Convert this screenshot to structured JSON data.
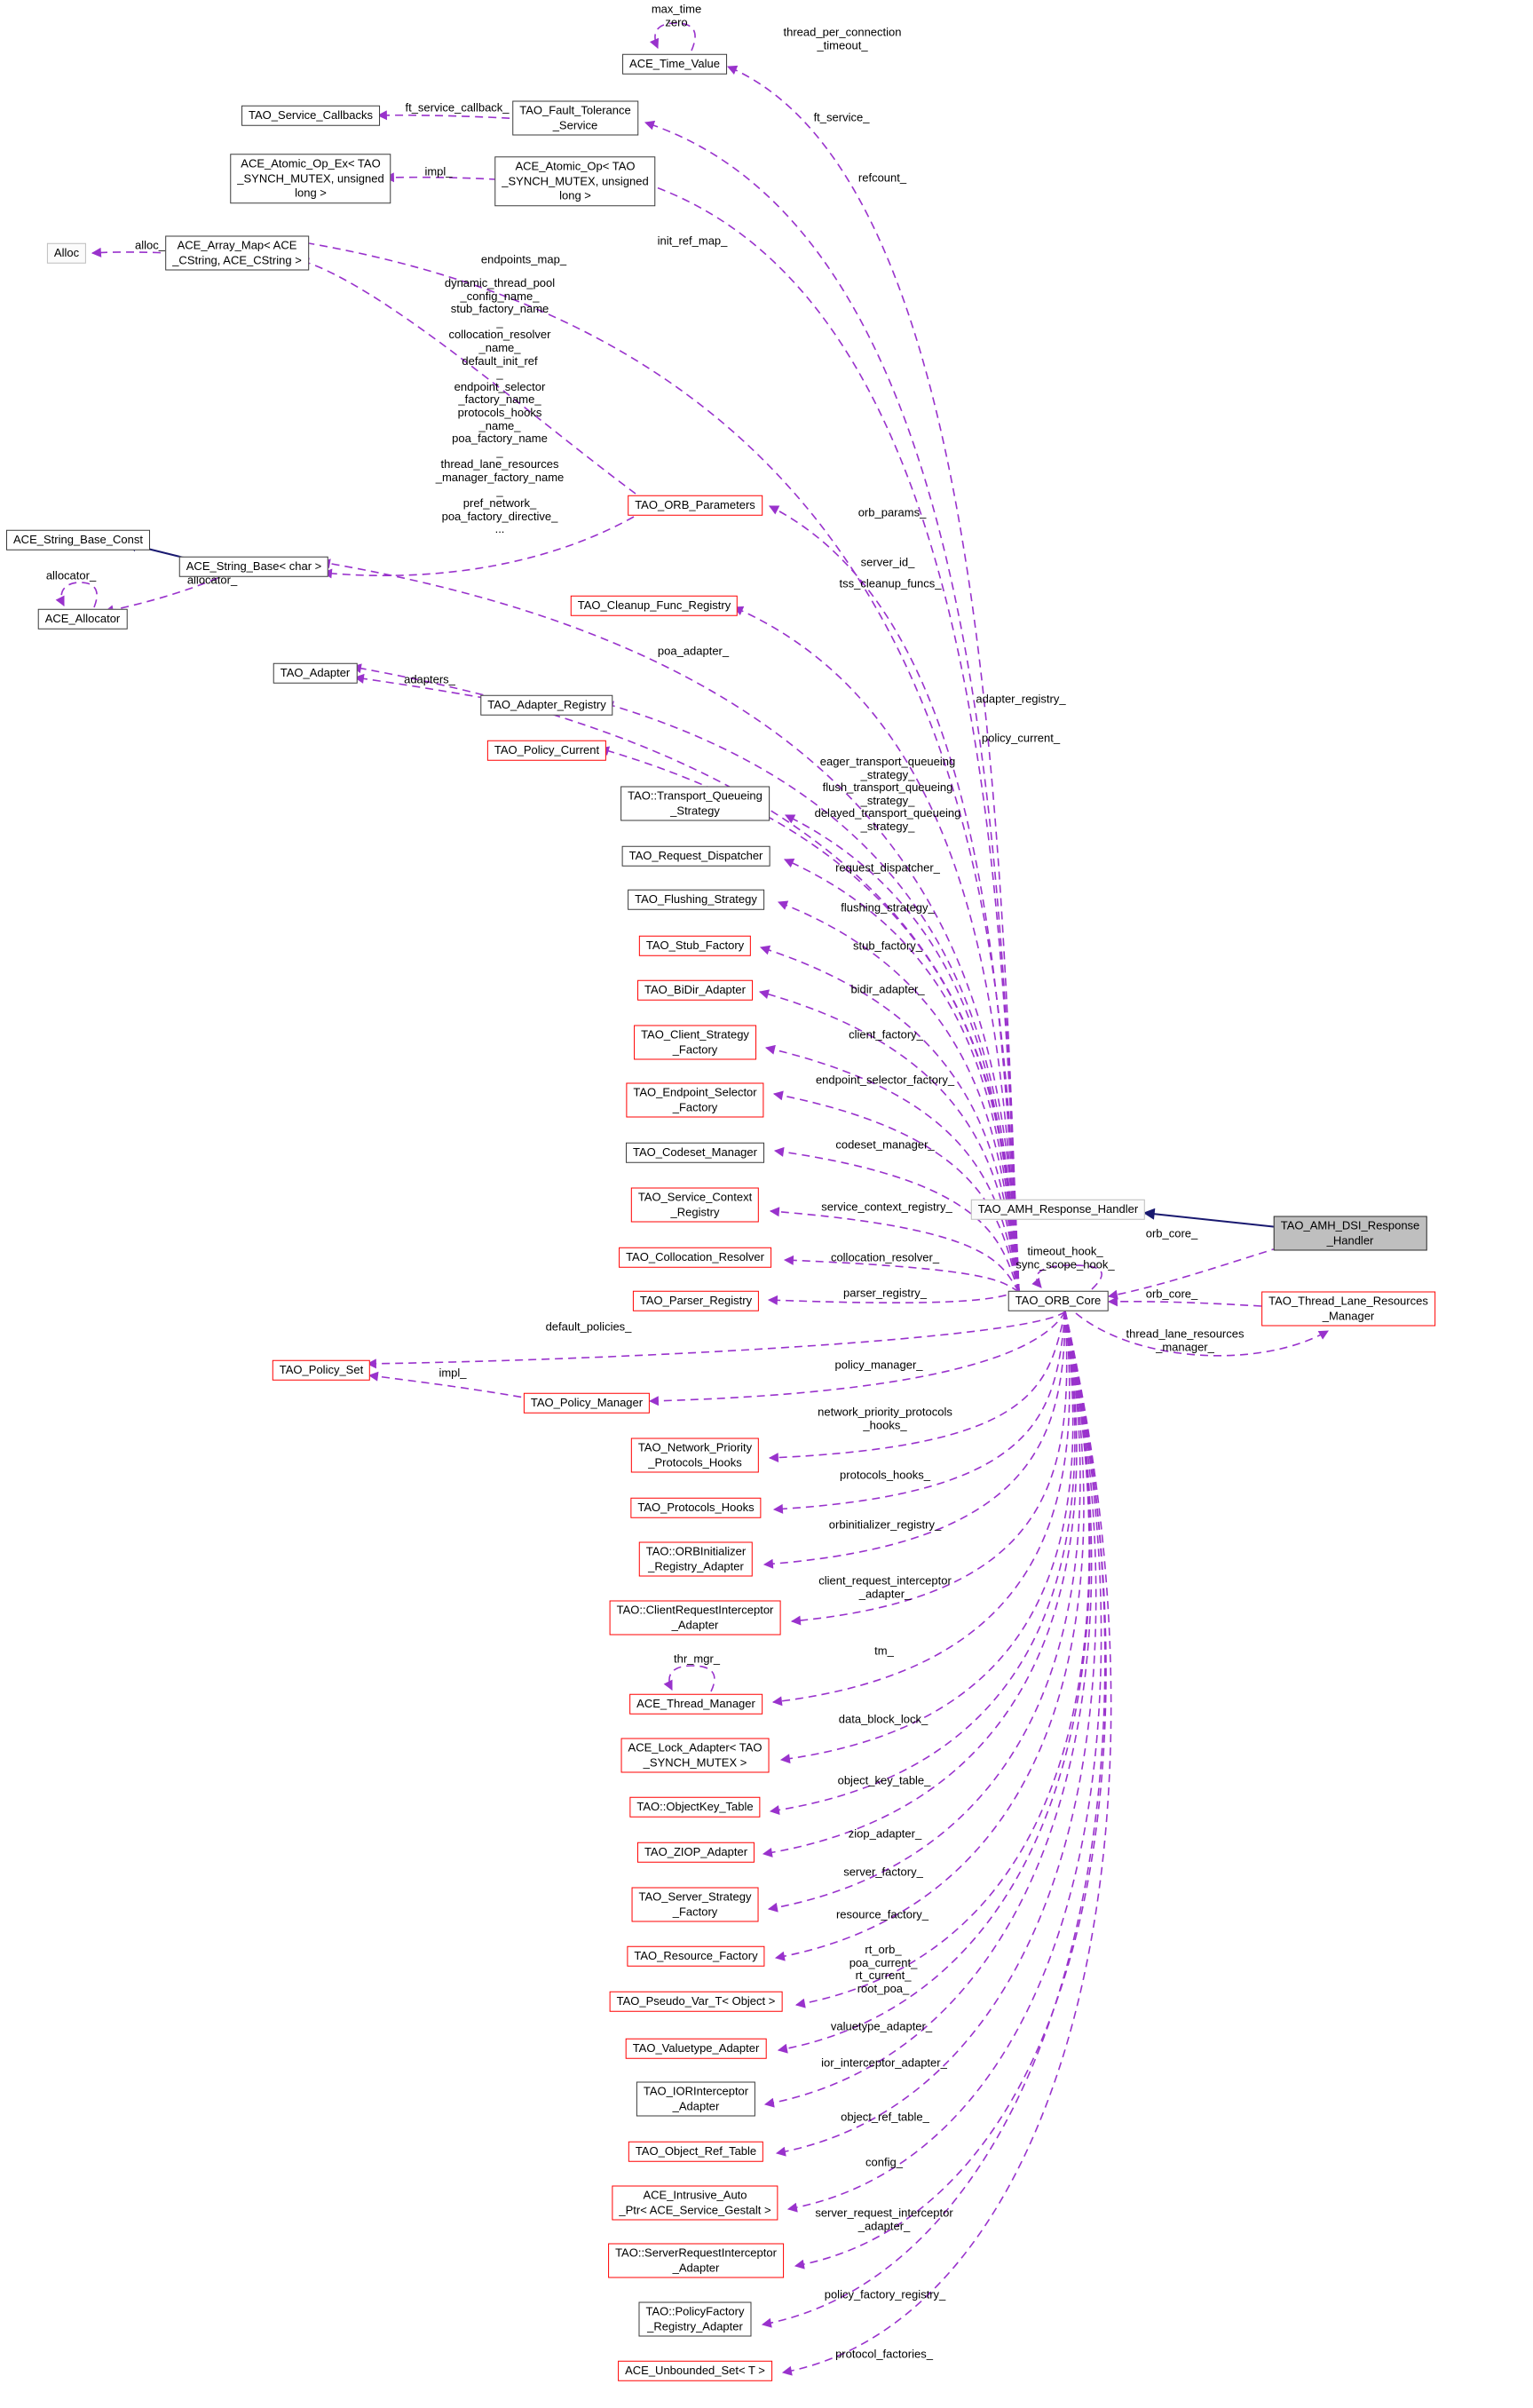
{
  "diagram": {
    "type": "doxygen-collaboration-graph",
    "main_class": "TAO_AMH_DSI_Response_Handler",
    "colors": {
      "usage_edge": "#9932cc",
      "inheritance_edge": "#191970",
      "highlight_border": "#ff0000",
      "node_border": "#3a3a3a",
      "external_border": "#bdbdbd",
      "main_node_fill": "#bfbfbf",
      "background": "#ffffff",
      "text": "#000000"
    },
    "nodes": [
      {
        "id": "ace_time_value",
        "style": "black",
        "lines": [
          "ACE_Time_Value"
        ]
      },
      {
        "id": "tao_service_callbacks",
        "style": "black",
        "lines": [
          "TAO_Service_Callbacks"
        ]
      },
      {
        "id": "tao_fault_tolerance",
        "style": "black",
        "lines": [
          "TAO_Fault_Tolerance",
          "_Service"
        ]
      },
      {
        "id": "ace_atomic_op_ex",
        "style": "black",
        "lines": [
          "ACE_Atomic_Op_Ex< TAO",
          "_SYNCH_MUTEX, unsigned",
          "long >"
        ]
      },
      {
        "id": "ace_atomic_op",
        "style": "black",
        "lines": [
          "ACE_Atomic_Op< TAO",
          "_SYNCH_MUTEX, unsigned",
          "long >"
        ]
      },
      {
        "id": "alloc",
        "style": "gray",
        "lines": [
          "Alloc"
        ]
      },
      {
        "id": "ace_array_map",
        "style": "black",
        "lines": [
          "ACE_Array_Map< ACE",
          "_CString, ACE_CString >"
        ]
      },
      {
        "id": "tao_orb_parameters",
        "style": "red",
        "lines": [
          "TAO_ORB_Parameters"
        ]
      },
      {
        "id": "ace_string_base_const",
        "style": "black",
        "lines": [
          "ACE_String_Base_Const"
        ]
      },
      {
        "id": "ace_string_base",
        "style": "black",
        "lines": [
          "ACE_String_Base< char >"
        ]
      },
      {
        "id": "ace_allocator",
        "style": "black",
        "lines": [
          "ACE_Allocator"
        ]
      },
      {
        "id": "tao_cleanup_func_registry",
        "style": "red",
        "lines": [
          "TAO_Cleanup_Func_Registry"
        ]
      },
      {
        "id": "tao_adapter",
        "style": "black",
        "lines": [
          "TAO_Adapter"
        ]
      },
      {
        "id": "tao_adapter_registry",
        "style": "black",
        "lines": [
          "TAO_Adapter_Registry"
        ]
      },
      {
        "id": "tao_policy_current",
        "style": "red",
        "lines": [
          "TAO_Policy_Current"
        ]
      },
      {
        "id": "tao_transport_queueing",
        "style": "black",
        "lines": [
          "TAO::Transport_Queueing",
          "_Strategy"
        ]
      },
      {
        "id": "tao_request_dispatcher",
        "style": "black",
        "lines": [
          "TAO_Request_Dispatcher"
        ]
      },
      {
        "id": "tao_flushing_strategy",
        "style": "black",
        "lines": [
          "TAO_Flushing_Strategy"
        ]
      },
      {
        "id": "tao_stub_factory",
        "style": "red",
        "lines": [
          "TAO_Stub_Factory"
        ]
      },
      {
        "id": "tao_bidir_adapter",
        "style": "red",
        "lines": [
          "TAO_BiDir_Adapter"
        ]
      },
      {
        "id": "tao_client_strategy",
        "style": "red",
        "lines": [
          "TAO_Client_Strategy",
          "_Factory"
        ]
      },
      {
        "id": "tao_endpoint_selector",
        "style": "red",
        "lines": [
          "TAO_Endpoint_Selector",
          "_Factory"
        ]
      },
      {
        "id": "tao_codeset_manager",
        "style": "black",
        "lines": [
          "TAO_Codeset_Manager"
        ]
      },
      {
        "id": "tao_service_context",
        "style": "red",
        "lines": [
          "TAO_Service_Context",
          "_Registry"
        ]
      },
      {
        "id": "tao_collocation_resolver",
        "style": "red",
        "lines": [
          "TAO_Collocation_Resolver"
        ]
      },
      {
        "id": "tao_parser_registry",
        "style": "red",
        "lines": [
          "TAO_Parser_Registry"
        ]
      },
      {
        "id": "tao_policy_set",
        "style": "red",
        "lines": [
          "TAO_Policy_Set"
        ]
      },
      {
        "id": "tao_policy_manager",
        "style": "red",
        "lines": [
          "TAO_Policy_Manager"
        ]
      },
      {
        "id": "tao_network_priority",
        "style": "red",
        "lines": [
          "TAO_Network_Priority",
          "_Protocols_Hooks"
        ]
      },
      {
        "id": "tao_protocols_hooks",
        "style": "red",
        "lines": [
          "TAO_Protocols_Hooks"
        ]
      },
      {
        "id": "tao_orbinitializer",
        "style": "red",
        "lines": [
          "TAO::ORBInitializer",
          "_Registry_Adapter"
        ]
      },
      {
        "id": "tao_client_request_interceptor",
        "style": "red",
        "lines": [
          "TAO::ClientRequestInterceptor",
          "_Adapter"
        ]
      },
      {
        "id": "ace_thread_manager",
        "style": "red",
        "lines": [
          "ACE_Thread_Manager"
        ]
      },
      {
        "id": "ace_lock_adapter",
        "style": "red",
        "lines": [
          "ACE_Lock_Adapter< TAO",
          "_SYNCH_MUTEX >"
        ]
      },
      {
        "id": "tao_objectkey_table",
        "style": "red",
        "lines": [
          "TAO::ObjectKey_Table"
        ]
      },
      {
        "id": "tao_ziop_adapter",
        "style": "red",
        "lines": [
          "TAO_ZIOP_Adapter"
        ]
      },
      {
        "id": "tao_server_strategy",
        "style": "red",
        "lines": [
          "TAO_Server_Strategy",
          "_Factory"
        ]
      },
      {
        "id": "tao_resource_factory",
        "style": "red",
        "lines": [
          "TAO_Resource_Factory"
        ]
      },
      {
        "id": "tao_pseudo_var",
        "style": "red",
        "lines": [
          "TAO_Pseudo_Var_T< Object >"
        ]
      },
      {
        "id": "tao_valuetype_adapter",
        "style": "red",
        "lines": [
          "TAO_Valuetype_Adapter"
        ]
      },
      {
        "id": "tao_iorinterceptor",
        "style": "black",
        "lines": [
          "TAO_IORInterceptor",
          "_Adapter"
        ]
      },
      {
        "id": "tao_object_ref_table",
        "style": "red",
        "lines": [
          "TAO_Object_Ref_Table"
        ]
      },
      {
        "id": "ace_intrusive_auto_ptr",
        "style": "red",
        "lines": [
          "ACE_Intrusive_Auto",
          "_Ptr< ACE_Service_Gestalt >"
        ]
      },
      {
        "id": "tao_server_request_interceptor",
        "style": "red",
        "lines": [
          "TAO::ServerRequestInterceptor",
          "_Adapter"
        ]
      },
      {
        "id": "tao_policyfactory",
        "style": "black",
        "lines": [
          "TAO::PolicyFactory",
          "_Registry_Adapter"
        ]
      },
      {
        "id": "ace_unbounded_set",
        "style": "red",
        "lines": [
          "ACE_Unbounded_Set< T >"
        ]
      },
      {
        "id": "tao_amh_response_handler",
        "style": "gray",
        "lines": [
          "TAO_AMH_Response_Handler"
        ]
      },
      {
        "id": "tao_amh_dsi",
        "style": "main",
        "lines": [
          "TAO_AMH_DSI_Response",
          "_Handler"
        ]
      },
      {
        "id": "tao_orb_core",
        "style": "black",
        "lines": [
          "TAO_ORB_Core"
        ]
      },
      {
        "id": "tao_thread_lane",
        "style": "red",
        "lines": [
          "TAO_Thread_Lane_Resources",
          "_Manager"
        ]
      }
    ],
    "edge_labels": [
      {
        "id": "max_time",
        "lines": [
          "max_time",
          "zero"
        ]
      },
      {
        "id": "thread_per_connection",
        "lines": [
          "thread_per_connection",
          "_timeout_"
        ]
      },
      {
        "id": "ft_service_callback",
        "lines": [
          "ft_service_callback_"
        ]
      },
      {
        "id": "ft_service",
        "lines": [
          "ft_service_"
        ]
      },
      {
        "id": "impl_atomic",
        "lines": [
          "impl_"
        ]
      },
      {
        "id": "refcount",
        "lines": [
          "refcount_"
        ]
      },
      {
        "id": "alloc",
        "lines": [
          "alloc_"
        ]
      },
      {
        "id": "init_ref_map",
        "lines": [
          "init_ref_map_"
        ]
      },
      {
        "id": "endpoints_map",
        "lines": [
          "endpoints_map_"
        ]
      },
      {
        "id": "orb_parameters_members",
        "lines": [
          "dynamic_thread_pool",
          "_config_name_",
          "stub_factory_name",
          "_",
          "collocation_resolver",
          "_name_",
          "default_init_ref",
          "_",
          "endpoint_selector",
          "_factory_name_",
          "protocols_hooks",
          "_name_",
          "poa_factory_name",
          "_",
          "thread_lane_resources",
          "_manager_factory_name",
          "_",
          "pref_network_",
          "poa_factory_directive_",
          "..."
        ]
      },
      {
        "id": "orb_params",
        "lines": [
          "orb_params_"
        ]
      },
      {
        "id": "server_id",
        "lines": [
          "server_id_"
        ]
      },
      {
        "id": "tss_cleanup_funcs",
        "lines": [
          "tss_cleanup_funcs_"
        ]
      },
      {
        "id": "allocator_loop",
        "lines": [
          "allocator_"
        ]
      },
      {
        "id": "allocator",
        "lines": [
          "allocator_"
        ]
      },
      {
        "id": "poa_adapter",
        "lines": [
          "poa_adapter_"
        ]
      },
      {
        "id": "adapters",
        "lines": [
          "adapters_"
        ]
      },
      {
        "id": "adapter_registry",
        "lines": [
          "adapter_registry_"
        ]
      },
      {
        "id": "policy_current",
        "lines": [
          "policy_current_"
        ]
      },
      {
        "id": "transport_queueing_strategies",
        "lines": [
          "eager_transport_queueing",
          "_strategy_",
          "flush_transport_queueing",
          "_strategy_",
          "delayed_transport_queueing",
          "_strategy_"
        ]
      },
      {
        "id": "request_dispatcher",
        "lines": [
          "request_dispatcher_"
        ]
      },
      {
        "id": "flushing_strategy",
        "lines": [
          "flushing_strategy_"
        ]
      },
      {
        "id": "stub_factory",
        "lines": [
          "stub_factory_"
        ]
      },
      {
        "id": "bidir_adapter",
        "lines": [
          "bidir_adapter_"
        ]
      },
      {
        "id": "client_factory",
        "lines": [
          "client_factory_"
        ]
      },
      {
        "id": "endpoint_selector_factory",
        "lines": [
          "endpoint_selector_factory_"
        ]
      },
      {
        "id": "codeset_manager",
        "lines": [
          "codeset_manager_"
        ]
      },
      {
        "id": "service_context_registry",
        "lines": [
          "service_context_registry_"
        ]
      },
      {
        "id": "collocation_resolver",
        "lines": [
          "collocation_resolver_"
        ]
      },
      {
        "id": "parser_registry",
        "lines": [
          "parser_registry_"
        ]
      },
      {
        "id": "default_policies",
        "lines": [
          "default_policies_"
        ]
      },
      {
        "id": "impl_policy",
        "lines": [
          "impl_"
        ]
      },
      {
        "id": "policy_manager",
        "lines": [
          "policy_manager_"
        ]
      },
      {
        "id": "network_priority_protocols_hooks",
        "lines": [
          "network_priority_protocols",
          "_hooks_"
        ]
      },
      {
        "id": "protocols_hooks",
        "lines": [
          "protocols_hooks_"
        ]
      },
      {
        "id": "orbinitializer_registry",
        "lines": [
          "orbinitializer_registry_"
        ]
      },
      {
        "id": "client_request_interceptor_adapter",
        "lines": [
          "client_request_interceptor",
          "_adapter_"
        ]
      },
      {
        "id": "tm",
        "lines": [
          "tm_"
        ]
      },
      {
        "id": "thr_mgr",
        "lines": [
          "thr_mgr_"
        ]
      },
      {
        "id": "data_block_lock",
        "lines": [
          "data_block_lock_"
        ]
      },
      {
        "id": "object_key_table",
        "lines": [
          "object_key_table_"
        ]
      },
      {
        "id": "ziop_adapter",
        "lines": [
          "ziop_adapter_"
        ]
      },
      {
        "id": "server_factory",
        "lines": [
          "server_factory_"
        ]
      },
      {
        "id": "resource_factory",
        "lines": [
          "resource_factory_"
        ]
      },
      {
        "id": "rt_orb_group",
        "lines": [
          "rt_orb_",
          "poa_current_",
          "rt_current_",
          "root_poa_"
        ]
      },
      {
        "id": "valuetype_adapter",
        "lines": [
          "valuetype_adapter_"
        ]
      },
      {
        "id": "ior_interceptor_adapter",
        "lines": [
          "ior_interceptor_adapter_"
        ]
      },
      {
        "id": "object_ref_table",
        "lines": [
          "object_ref_table_"
        ]
      },
      {
        "id": "config",
        "lines": [
          "config_"
        ]
      },
      {
        "id": "server_request_interceptor_adapter",
        "lines": [
          "server_request_interceptor",
          "_adapter_"
        ]
      },
      {
        "id": "policy_factory_registry",
        "lines": [
          "policy_factory_registry_"
        ]
      },
      {
        "id": "protocol_factories",
        "lines": [
          "protocol_factories_"
        ]
      },
      {
        "id": "timeout_hook",
        "lines": [
          "timeout_hook_",
          "sync_scope_hook_"
        ]
      },
      {
        "id": "orb_core_a",
        "lines": [
          "orb_core_"
        ]
      },
      {
        "id": "orb_core_b",
        "lines": [
          "orb_core_"
        ]
      },
      {
        "id": "thread_lane_resources_manager",
        "lines": [
          "thread_lane_resources",
          "_manager_"
        ]
      }
    ]
  }
}
